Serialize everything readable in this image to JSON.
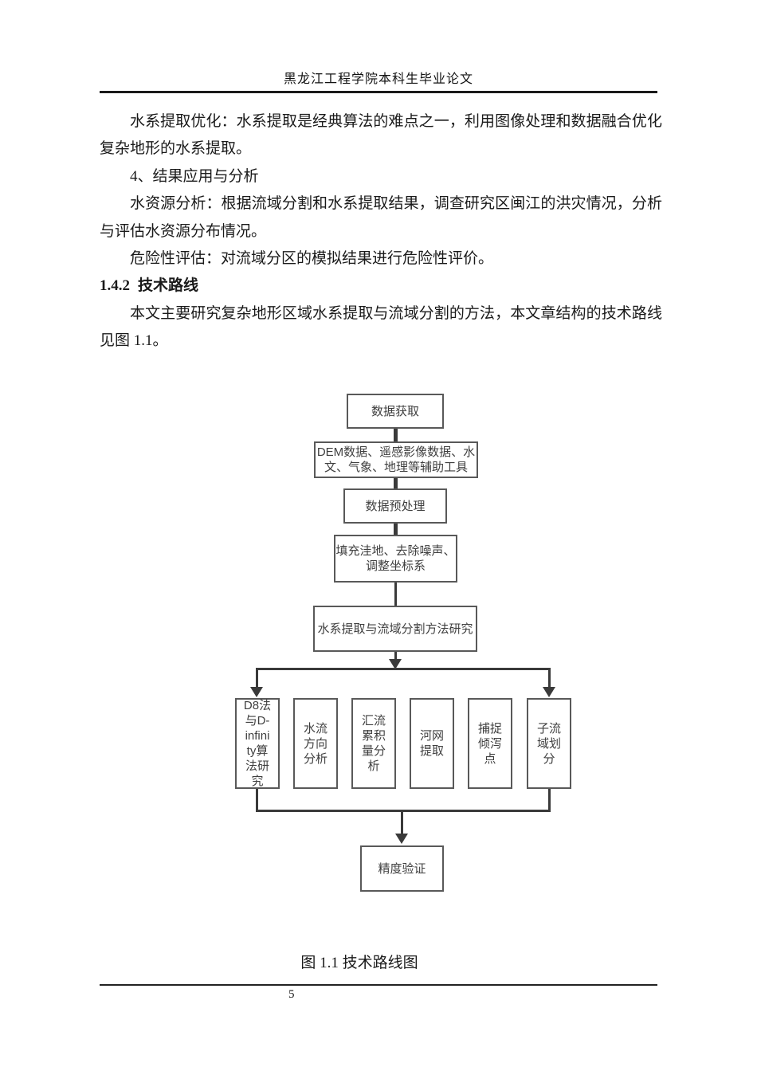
{
  "header": {
    "title": "黑龙江工程学院本科生毕业论文"
  },
  "body": {
    "p1": "水系提取优化：水系提取是经典算法的难点之一，利用图像处理和数据融合优化复杂地形的水系提取。",
    "p2": "4、结果应用与分析",
    "p3": "水资源分析：根据流域分割和水系提取结果，调查研究区闽江的洪灾情况，分析与评估水资源分布情况。",
    "p4": "危险性评估：对流域分区的模拟结果进行危险性评价。",
    "heading": {
      "number": "1.4.2",
      "title": "技术路线"
    },
    "p5": "本文主要研究复杂地形区域水系提取与流域分割的方法，本文章结构的技术路线见图 1.1。"
  },
  "flowchart": {
    "nodes": {
      "data_acquisition": "数据获取",
      "data_sources": "DEM数据、遥感影像数据、水\n文、气象、地理等辅助工具",
      "preprocessing": "数据预处理",
      "preprocess_steps": "填充洼地、去除噪声、\n调整坐标系",
      "method_research": "水系提取与流域分割方法研究",
      "children": [
        "D8法\n与D-\ninfini\nty算\n法研\n究",
        "水流\n方向\n分析",
        "汇流\n累积\n量分\n析",
        "河网\n提取",
        "捕捉\n倾泻\n点",
        "子流\n域划\n分"
      ],
      "accuracy_validation": "精度验证"
    },
    "colors": {
      "box_border": "#595959",
      "connector": "#3a3a3a",
      "node_text": "#3f3f3f"
    }
  },
  "caption": "图 1.1 技术路线图",
  "footer": {
    "page_number": "5"
  }
}
